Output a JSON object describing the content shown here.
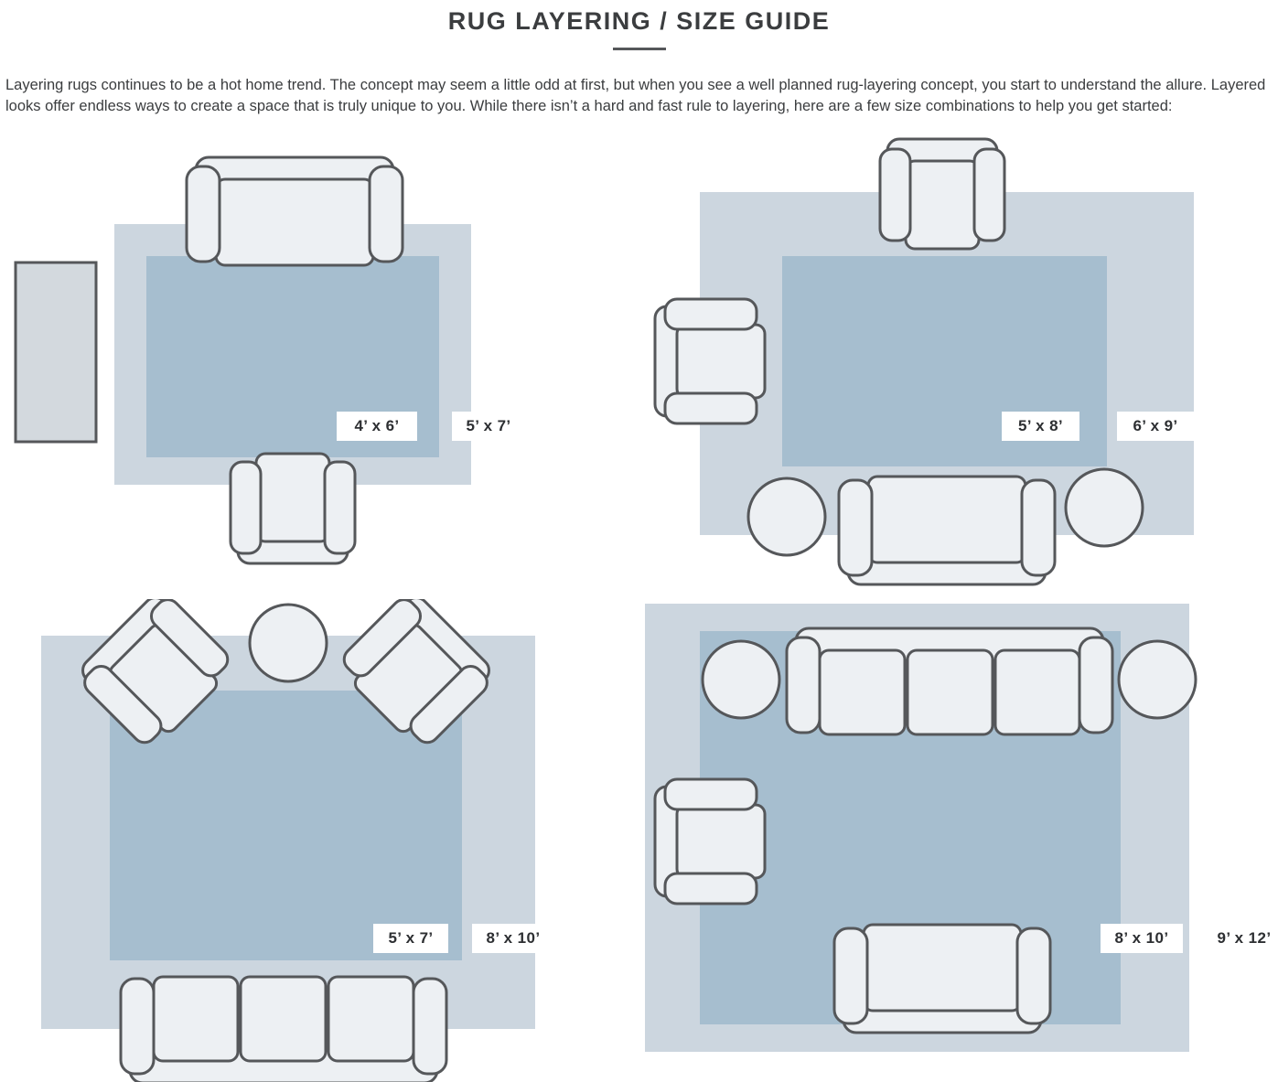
{
  "header": {
    "title": "RUG LAYERING / SIZE GUIDE"
  },
  "intro": "Layering rugs continues to be a hot home trend. The concept may seem a little odd at first, but when you see a well planned rug-layering concept, you start to understand the allure. Layered looks offer endless ways to create a space that is truly unique to you. While there isn’t a hard and fast rule to layering, here are a few size combinations to help you get started:",
  "colors": {
    "outer_rug": "#ccd6df",
    "inner_rug": "#a6becf",
    "furniture_fill": "#edf0f3",
    "furniture_stroke": "#55575a",
    "label_text": "#2d2f32",
    "body_text": "#3b3d3f"
  },
  "diagrams": [
    {
      "inner_label": "4’ x 6’",
      "outer_label": "5’ x 7’",
      "furniture": [
        "sofa",
        "armchair",
        "side-table"
      ]
    },
    {
      "inner_label": "5’ x 8’",
      "outer_label": "6’ x 9’",
      "furniture": [
        "armchair",
        "armchair",
        "sofa",
        "ottoman",
        "ottoman"
      ]
    },
    {
      "inner_label": "5’ x 7’",
      "outer_label": "8’ x 10’",
      "furniture": [
        "armchair",
        "armchair",
        "round-table",
        "sofa"
      ]
    },
    {
      "inner_label": "8’ x 10’",
      "outer_label": "9’ x 12’",
      "furniture": [
        "sofa",
        "round-table",
        "round-table",
        "armchair",
        "sofa"
      ]
    }
  ]
}
